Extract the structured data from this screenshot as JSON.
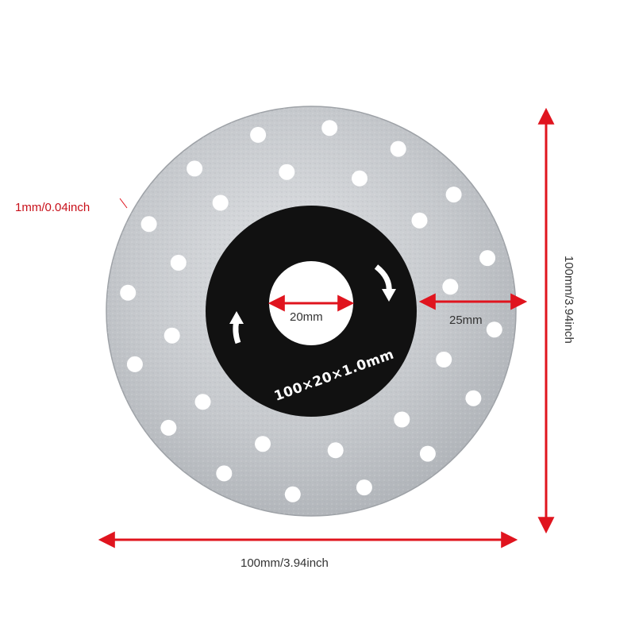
{
  "product": {
    "type": "cutting disc",
    "blade_marking": "100×20×1.0mm",
    "colors": {
      "disc": "#c8cbcf",
      "hub": "#111111",
      "dimension_arrow": "#e0141e",
      "hole": "#ffffff"
    },
    "icons": [
      "rotation-arrow-icon",
      "rotation-arrow-icon"
    ]
  },
  "dimensions": {
    "thickness": "1mm/0.04inch",
    "bore": "20mm",
    "hub_ring": "25mm",
    "diameter_horizontal": "100mm/3.94inch",
    "diameter_vertical": "100mm/3.94inch"
  }
}
